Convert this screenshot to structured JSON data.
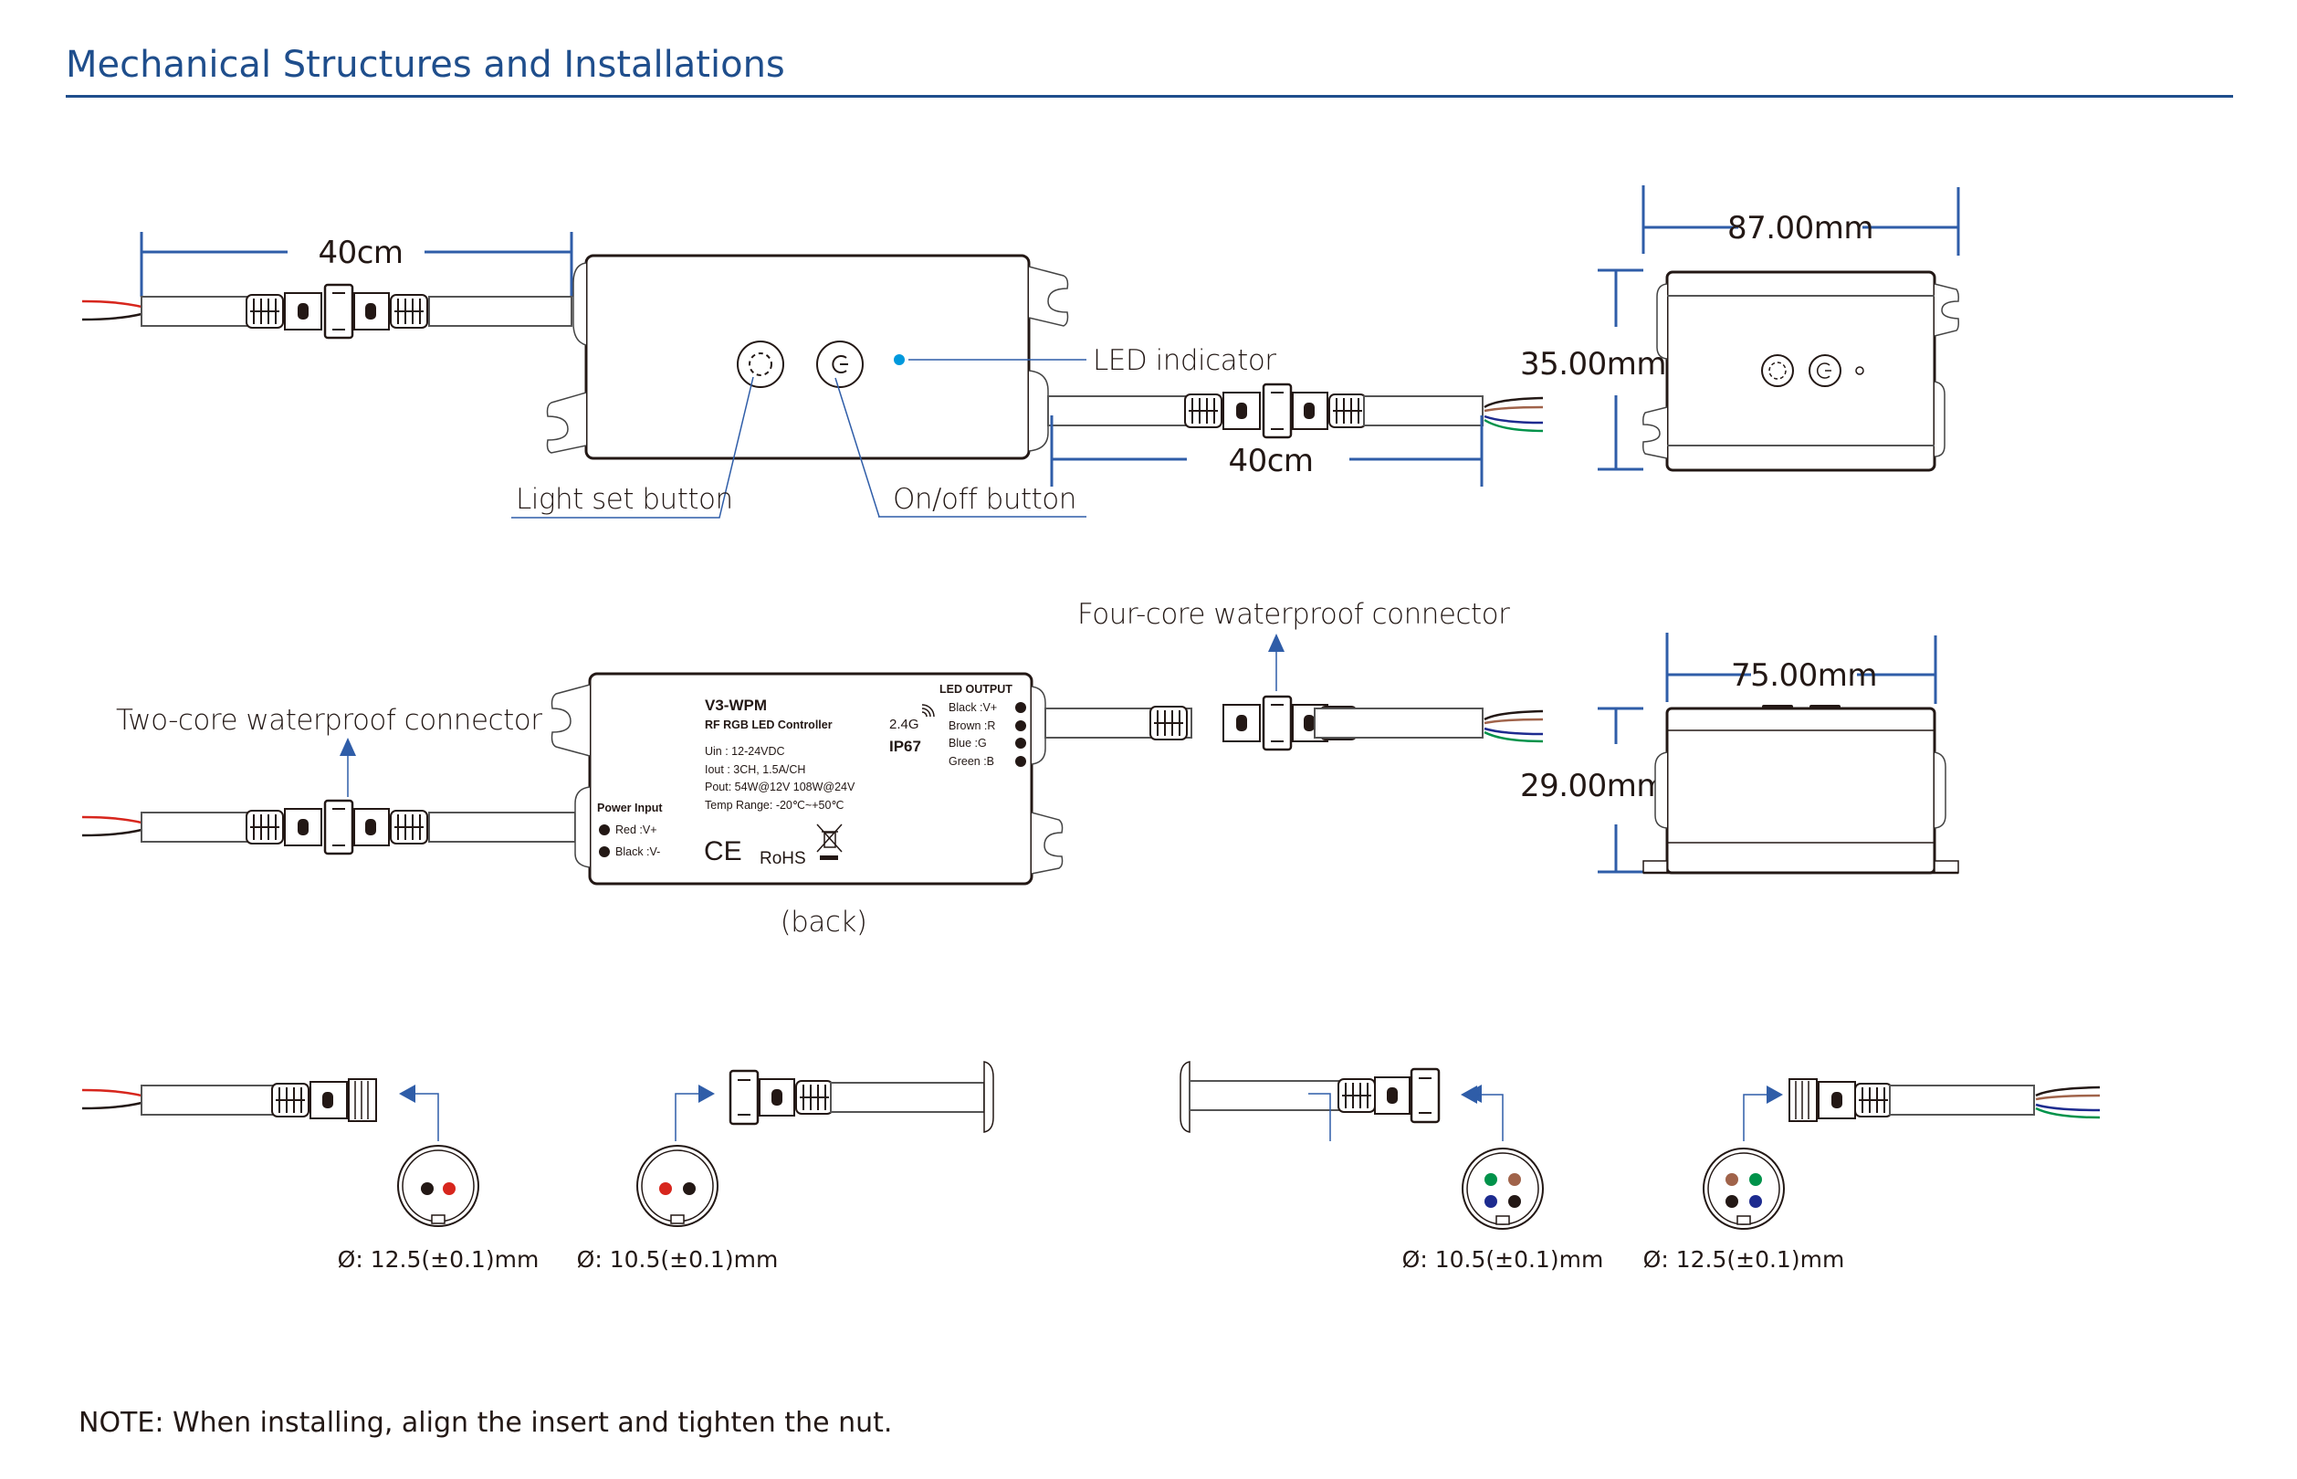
{
  "page": {
    "title": "Mechanical Structures and Installations",
    "note": "NOTE: When installing, align the insert and tighten the nut."
  },
  "colors": {
    "accent": "#1f4e8c",
    "dimension_line": "#2f5da8",
    "text": "#231815",
    "led_indicator": "#0099dd",
    "wire_red": "#d7261d",
    "wire_black": "#231815",
    "wire_brown": "#a0634a",
    "wire_blue": "#1d2b8f",
    "wire_green": "#00924a"
  },
  "front_view": {
    "cable_length_left": "40cm",
    "cable_length_right": "40cm",
    "labels": {
      "led_indicator": "LED indicator",
      "light_set_button": "Light set button",
      "on_off_button": "On/off button"
    }
  },
  "top_view": {
    "width": "87.00mm",
    "height": "35.00mm"
  },
  "side_view": {
    "width": "75.00mm",
    "height": "29.00mm"
  },
  "back_view": {
    "caption": "(back)",
    "two_core_label": "Two-core waterproof connector",
    "four_core_label": "Four-core waterproof connector",
    "nameplate": {
      "model": "V3-WPM",
      "product": "RF RGB LED Controller",
      "specs": [
        "Uin  : 12-24VDC",
        "Iout : 3CH, 1.5A/CH",
        "Pout: 54W@12V  108W@24V",
        "Temp Range: -20℃~+50℃"
      ],
      "rf": "2.4G",
      "ip": "IP67",
      "power_input": {
        "title": "Power Input",
        "rows": [
          {
            "label": "Red   :V+"
          },
          {
            "label": "Black :V-"
          }
        ]
      },
      "led_output": {
        "title": "LED OUTPUT",
        "rows": [
          {
            "label": "Black  :V+"
          },
          {
            "label": "Brown :R"
          },
          {
            "label": "Blue    :G"
          },
          {
            "label": "Green  :B"
          }
        ]
      },
      "certs": {
        "ce": "CE",
        "rohs": "RoHS"
      }
    }
  },
  "connectors": [
    {
      "type": "two-core male",
      "diameter": "Ø: 12.5(±0.1)mm",
      "pins": [
        "black",
        "red"
      ]
    },
    {
      "type": "two-core female",
      "diameter": "Ø: 10.5(±0.1)mm",
      "pins": [
        "red",
        "black"
      ]
    },
    {
      "type": "four-core female",
      "diameter": "Ø: 10.5(±0.1)mm",
      "pins": [
        "green",
        "brown",
        "blue",
        "black"
      ]
    },
    {
      "type": "four-core male",
      "diameter": "Ø: 12.5(±0.1)mm",
      "pins": [
        "brown",
        "green",
        "black",
        "blue"
      ]
    }
  ]
}
